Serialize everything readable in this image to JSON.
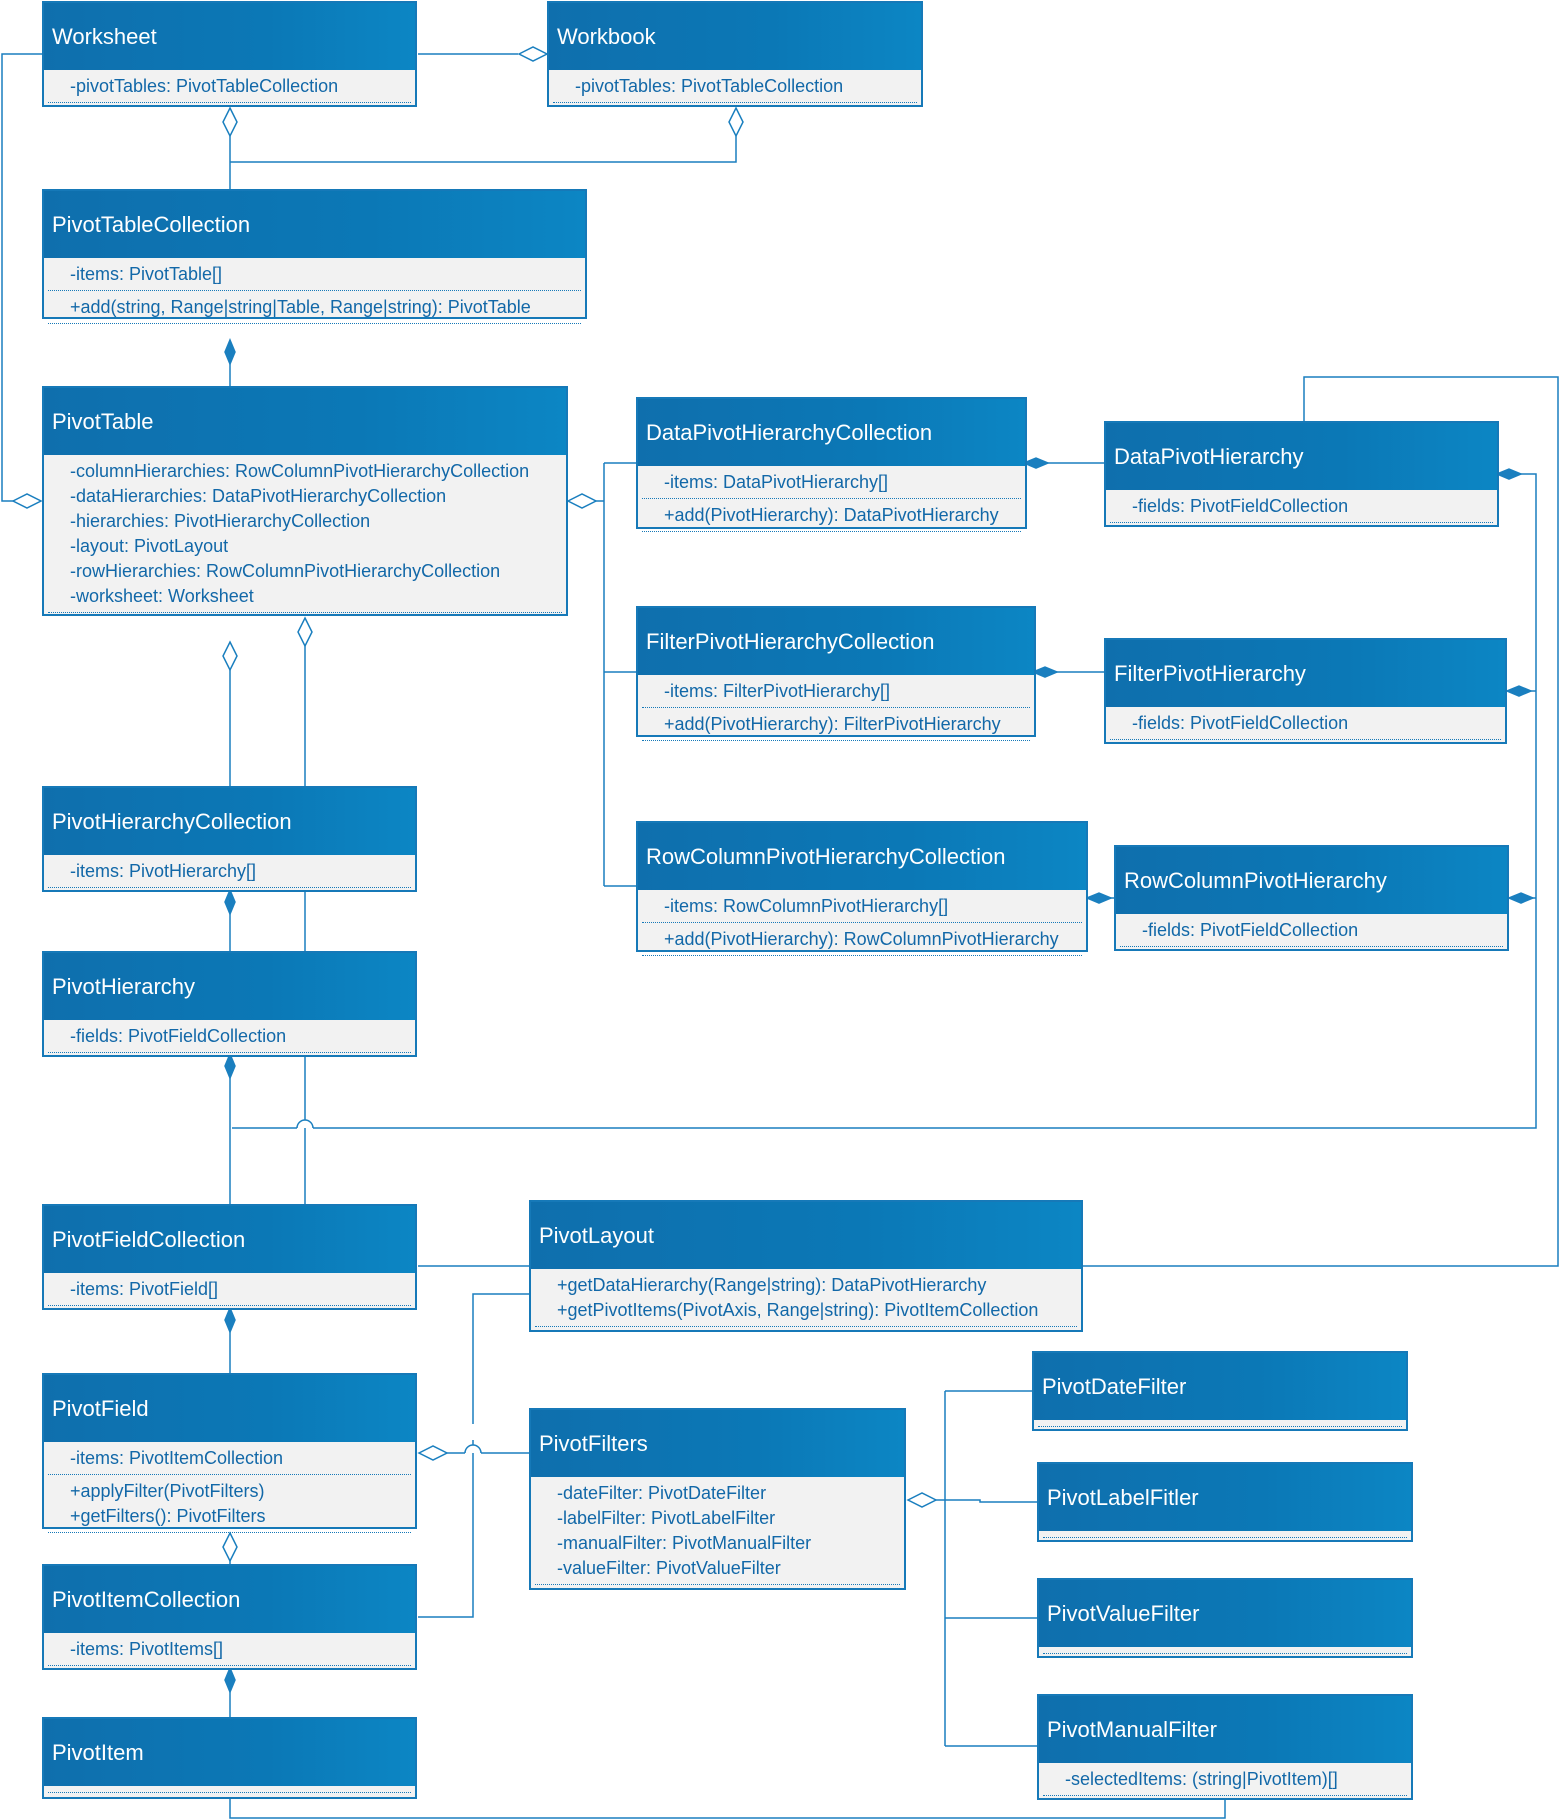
{
  "diagram": {
    "colors": {
      "header_start": "#0f6fad",
      "header_end": "#0c86c4",
      "border": "#1679b8",
      "line": "#1a7fbf",
      "member_text": "#1268a8",
      "body_fill": "#f2f2f2"
    },
    "classes": [
      {
        "id": "worksheet",
        "name": "Worksheet",
        "sections": [
          [
            "-pivotTables: PivotTableCollection"
          ]
        ]
      },
      {
        "id": "workbook",
        "name": "Workbook",
        "sections": [
          [
            "-pivotTables: PivotTableCollection"
          ]
        ]
      },
      {
        "id": "pivottablecollection",
        "name": "PivotTableCollection",
        "sections": [
          [
            "-items: PivotTable[]"
          ],
          [
            "+add(string, Range|string|Table, Range|string): PivotTable"
          ]
        ]
      },
      {
        "id": "pivottable",
        "name": "PivotTable",
        "sections": [
          [
            "-columnHierarchies: RowColumnPivotHierarchyCollection",
            "-dataHierarchies: DataPivotHierarchyCollection",
            "-hierarchies: PivotHierarchyCollection",
            "-layout: PivotLayout",
            "-rowHierarchies: RowColumnPivotHierarchyCollection",
            "-worksheet: Worksheet"
          ]
        ]
      },
      {
        "id": "datapivothierarchycollection",
        "name": "DataPivotHierarchyCollection",
        "sections": [
          [
            "-items: DataPivotHierarchy[]"
          ],
          [
            "+add(PivotHierarchy): DataPivotHierarchy"
          ]
        ]
      },
      {
        "id": "datapivothierarchy",
        "name": "DataPivotHierarchy",
        "sections": [
          [
            "-fields: PivotFieldCollection"
          ]
        ]
      },
      {
        "id": "filterpivothierarchycollection",
        "name": "FilterPivotHierarchyCollection",
        "sections": [
          [
            "-items: FilterPivotHierarchy[]"
          ],
          [
            "+add(PivotHierarchy): FilterPivotHierarchy"
          ]
        ]
      },
      {
        "id": "filterpivothierarchy",
        "name": "FilterPivotHierarchy",
        "sections": [
          [
            "-fields: PivotFieldCollection"
          ]
        ]
      },
      {
        "id": "rowcolumnpivothierarchycollection",
        "name": "RowColumnPivotHierarchyCollection",
        "sections": [
          [
            "-items: RowColumnPivotHierarchy[]"
          ],
          [
            "+add(PivotHierarchy): RowColumnPivotHierarchy"
          ]
        ]
      },
      {
        "id": "rowcolumnpivothierarchy",
        "name": "RowColumnPivotHierarchy",
        "sections": [
          [
            "-fields: PivotFieldCollection"
          ]
        ]
      },
      {
        "id": "pivothierarchycollection",
        "name": "PivotHierarchyCollection",
        "sections": [
          [
            "-items: PivotHierarchy[]"
          ]
        ]
      },
      {
        "id": "pivothierarchy",
        "name": "PivotHierarchy",
        "sections": [
          [
            "-fields: PivotFieldCollection"
          ]
        ]
      },
      {
        "id": "pivotfieldcollection",
        "name": "PivotFieldCollection",
        "sections": [
          [
            "-items: PivotField[]"
          ]
        ]
      },
      {
        "id": "pivotlayout",
        "name": "PivotLayout",
        "sections": [
          [
            "+getDataHierarchy(Range|string): DataPivotHierarchy",
            "+getPivotItems(PivotAxis, Range|string): PivotItemCollection"
          ]
        ]
      },
      {
        "id": "pivotfield",
        "name": "PivotField",
        "sections": [
          [
            "-items: PivotItemCollection"
          ],
          [
            "+applyFilter(PivotFilters)",
            "+getFilters(): PivotFilters"
          ]
        ]
      },
      {
        "id": "pivotfilters",
        "name": "PivotFilters",
        "sections": [
          [
            "-dateFilter: PivotDateFilter",
            "-labelFilter: PivotLabelFilter",
            "-manualFilter: PivotManualFilter",
            "-valueFilter: PivotValueFilter"
          ]
        ]
      },
      {
        "id": "pivotdatefilter",
        "name": "PivotDateFilter",
        "sections": [
          []
        ]
      },
      {
        "id": "pivotlabelfitler",
        "name": "PivotLabelFitler",
        "sections": [
          []
        ]
      },
      {
        "id": "pivotvaluefilter",
        "name": "PivotValueFilter",
        "sections": [
          []
        ]
      },
      {
        "id": "pivotmanualfilter",
        "name": "PivotManualFilter",
        "sections": [
          [
            "-selectedItems: (string|PivotItem)[]"
          ]
        ]
      },
      {
        "id": "pivotitemcollection",
        "name": "PivotItemCollection",
        "sections": [
          [
            "-items: PivotItems[]"
          ]
        ]
      },
      {
        "id": "pivotitem",
        "name": "PivotItem",
        "sections": [
          []
        ]
      }
    ]
  }
}
